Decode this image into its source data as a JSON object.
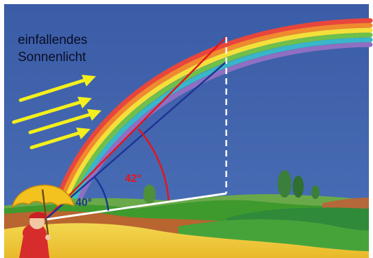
{
  "caption": {
    "line1": "einfallendes",
    "line2": "Sonnenlicht"
  },
  "angles": {
    "red": "42°",
    "blue": "40°"
  },
  "colors": {
    "sky": "#3d5fa8",
    "ray_red": "#e4151d",
    "ray_blue": "#1f3496",
    "sun_arrow": "#f4ef1c",
    "hill_green": "#3f9a2e",
    "field_yellow": "#f1cc3a"
  },
  "icons": {
    "sun_arrows": "arrow-right-icon",
    "observer": "person-with-umbrella-icon"
  }
}
